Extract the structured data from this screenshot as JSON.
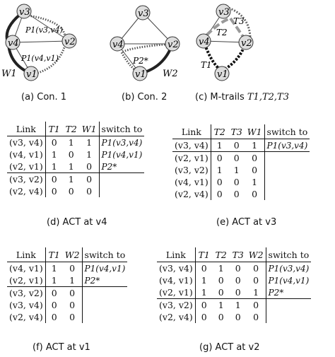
{
  "diagrams": {
    "a": {
      "caption": "(a) Con. 1",
      "nodes": [
        "v3",
        "v4",
        "v2",
        "v1"
      ],
      "labels": [
        "P1(v3,v4)",
        "P1(v4,v1)",
        "W1"
      ]
    },
    "b": {
      "caption": "(b) Con. 2",
      "nodes": [
        "v3",
        "v4",
        "v2",
        "v1"
      ],
      "labels": [
        "P2*",
        "W2"
      ]
    },
    "c": {
      "caption_prefix": "(c) M-trails ",
      "caption_math": "T1,T2,T3",
      "nodes": [
        "v3",
        "v4",
        "v2",
        "v1"
      ],
      "labels": [
        "T3",
        "T2",
        "T1"
      ]
    }
  },
  "tables": {
    "d": {
      "caption": "(d) ACT at v4",
      "headers": [
        "Link",
        "T1",
        "T2",
        "W1",
        "switch to"
      ],
      "top_rows": [
        {
          "link": "(v3, v4)",
          "vals": [
            "0",
            "1",
            "1"
          ],
          "sw": "P1(v3,v4)"
        },
        {
          "link": "(v4, v1)",
          "vals": [
            "1",
            "0",
            "1"
          ],
          "sw": "P1(v4,v1)"
        },
        {
          "link": "(v2, v1)",
          "vals": [
            "1",
            "1",
            "0"
          ],
          "sw": "P2*"
        }
      ],
      "bottom_rows": [
        {
          "link": "(v3, v2)",
          "vals": [
            "0",
            "1",
            "0"
          ]
        },
        {
          "link": "(v2, v4)",
          "vals": [
            "0",
            "0",
            "0"
          ]
        }
      ]
    },
    "e": {
      "caption": "(e) ACT at v3",
      "headers": [
        "Link",
        "T2",
        "T3",
        "W1",
        "switch to"
      ],
      "top_rows": [
        {
          "link": "(v3, v4)",
          "vals": [
            "1",
            "0",
            "1"
          ],
          "sw": "P1(v3,v4)"
        }
      ],
      "bottom_rows": [
        {
          "link": "(v2, v1)",
          "vals": [
            "0",
            "0",
            "0"
          ]
        },
        {
          "link": "(v3, v2)",
          "vals": [
            "1",
            "1",
            "0"
          ]
        },
        {
          "link": "(v4, v1)",
          "vals": [
            "0",
            "0",
            "1"
          ]
        },
        {
          "link": "(v2, v4)",
          "vals": [
            "0",
            "0",
            "0"
          ]
        }
      ]
    },
    "f": {
      "caption": "(f) ACT at v1",
      "headers": [
        "Link",
        "T1",
        "W2",
        "switch to"
      ],
      "top_rows": [
        {
          "link": "(v4, v1)",
          "vals": [
            "1",
            "0"
          ],
          "sw": "P1(v4,v1)"
        },
        {
          "link": "(v2, v1)",
          "vals": [
            "1",
            "1"
          ],
          "sw": "P2*"
        }
      ],
      "bottom_rows": [
        {
          "link": "(v3, v2)",
          "vals": [
            "0",
            "0"
          ]
        },
        {
          "link": "(v3, v4)",
          "vals": [
            "0",
            "0"
          ]
        },
        {
          "link": "(v2, v4)",
          "vals": [
            "0",
            "0"
          ]
        }
      ]
    },
    "g": {
      "caption": "(g) ACT at v2",
      "headers": [
        "Link",
        "T1",
        "T2",
        "T3",
        "W2",
        "switch to"
      ],
      "top_rows": [
        {
          "link": "(v3, v4)",
          "vals": [
            "0",
            "1",
            "0",
            "0"
          ],
          "sw": "P1(v3,v4)"
        },
        {
          "link": "(v4, v1)",
          "vals": [
            "1",
            "0",
            "0",
            "0"
          ],
          "sw": "P1(v4,v1)"
        },
        {
          "link": "(v2, v1)",
          "vals": [
            "1",
            "0",
            "0",
            "1"
          ],
          "sw": "P2*"
        }
      ],
      "bottom_rows": [
        {
          "link": "(v3, v2)",
          "vals": [
            "0",
            "1",
            "1",
            "0"
          ]
        },
        {
          "link": "(v2, v4)",
          "vals": [
            "0",
            "0",
            "0",
            "0"
          ]
        }
      ]
    }
  }
}
